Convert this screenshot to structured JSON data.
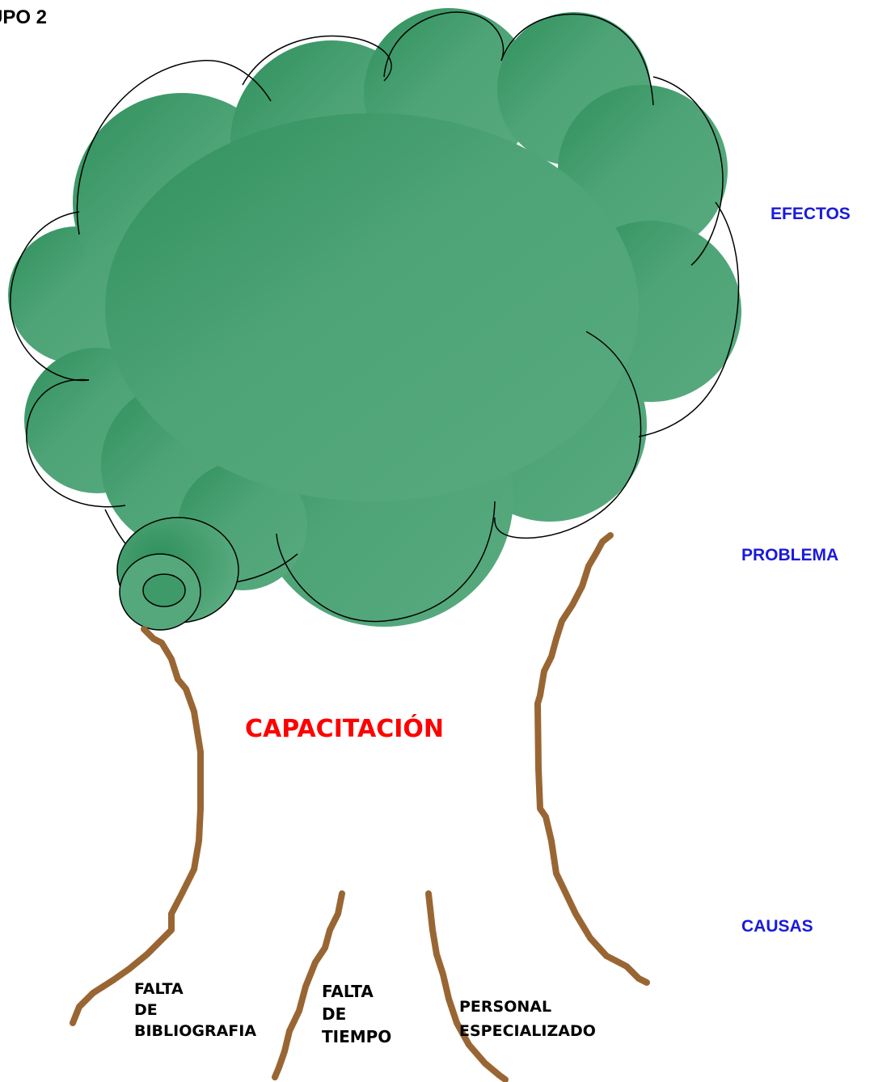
{
  "title": "UPO 2",
  "labels": {
    "efectos": "EFECTOS",
    "problema": "PROBLEMA",
    "causas": "CAUSAS"
  },
  "problem": "CAPACITACIÓN",
  "causes": [
    {
      "lines": [
        "FALTA",
        "DE",
        "BIBLIOGRAFIA"
      ]
    },
    {
      "lines": [
        "FALTA",
        "DE",
        "TIEMPO"
      ]
    },
    {
      "lines": [
        "PERSONAL",
        "ESPECIALIZADO"
      ]
    }
  ],
  "colors": {
    "canopy_light": "#55a87c",
    "canopy_dark": "#3a9567",
    "root": "#996633",
    "label_blue": "#1a1adb",
    "problem_red": "#ff0000",
    "outline": "#000000"
  }
}
